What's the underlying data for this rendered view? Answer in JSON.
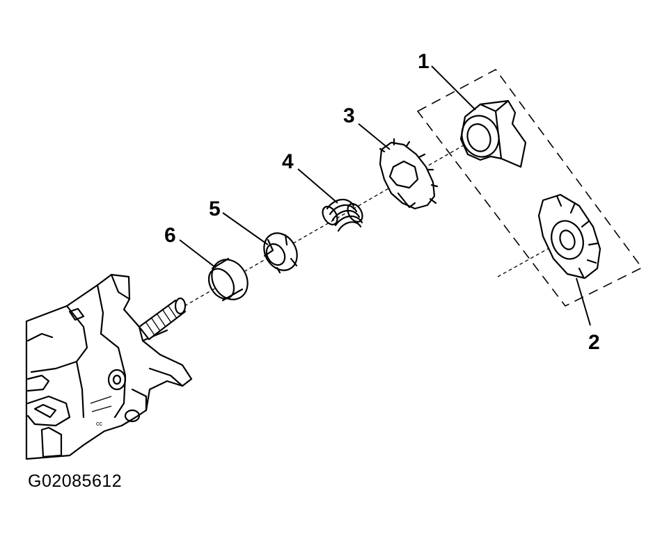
{
  "figure": {
    "code": "G02085612",
    "callouts": [
      {
        "id": "1",
        "label": "1"
      },
      {
        "id": "2",
        "label": "2"
      },
      {
        "id": "3",
        "label": "3"
      },
      {
        "id": "4",
        "label": "4"
      },
      {
        "id": "5",
        "label": "5"
      },
      {
        "id": "6",
        "label": "6"
      }
    ]
  }
}
